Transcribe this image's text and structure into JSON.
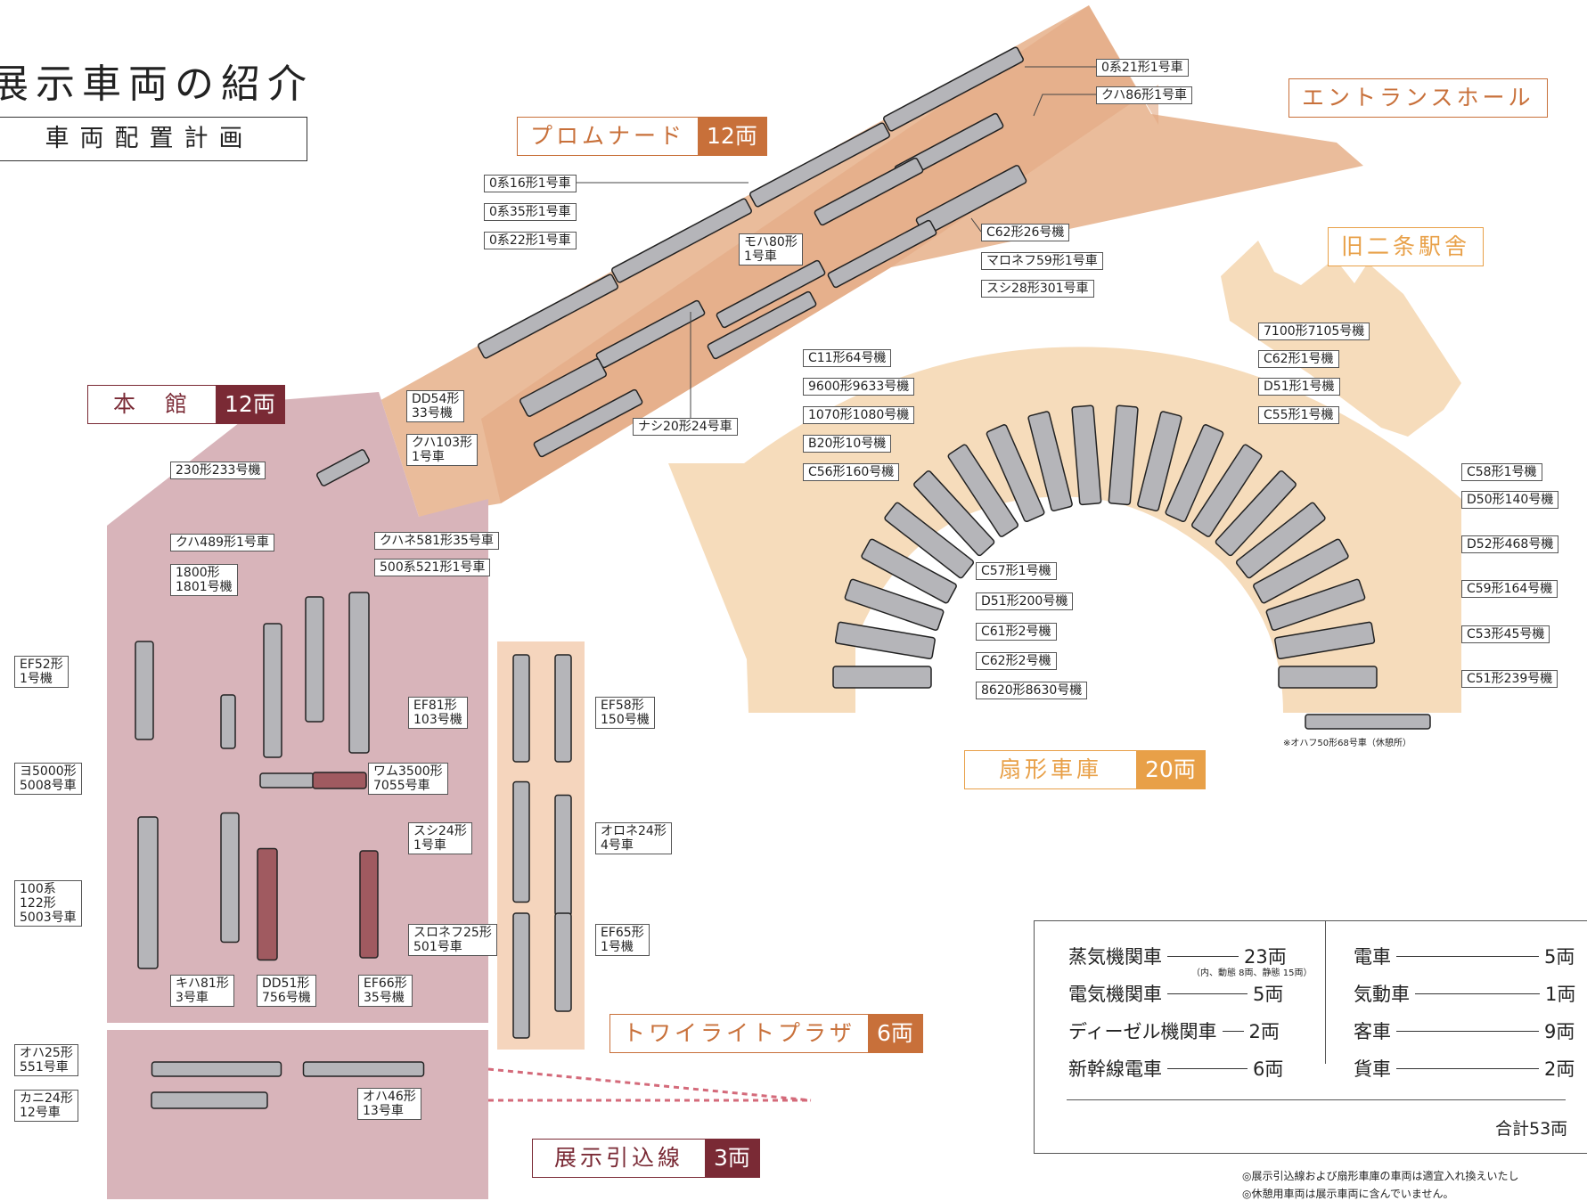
{
  "titles": {
    "main": "展示車両の紹介",
    "sub": "車両配置計画"
  },
  "areas": {
    "promenade": {
      "name": "プロムナード",
      "count": "12両",
      "color": "#c8703a"
    },
    "honkan": {
      "name": "本　館",
      "count": "12両",
      "color": "#7a2a35"
    },
    "entrance": {
      "name": "エントランスホール"
    },
    "nijo": {
      "name": "旧二条駅舎"
    },
    "roundhouse": {
      "name": "扇形車庫",
      "count": "20両",
      "color": "#e8a048"
    },
    "twilight": {
      "name": "トワイライトプラザ",
      "count": "6両",
      "color": "#c8703a"
    },
    "siding": {
      "name": "展示引込線",
      "count": "3両",
      "color": "#7a2a35"
    }
  },
  "vehicles": {
    "v0_21": "0系21形1号車",
    "kuha86": "クハ86形1号車",
    "v0_16": "0系16形1号車",
    "v0_35": "0系35形1号車",
    "v0_22": "0系22形1号車",
    "moha80": "モハ80形\n1号車",
    "c62_26": "C62形26号機",
    "maronef59": "マロネフ59形1号車",
    "sushi28": "スシ28形301号車",
    "dd54": "DD54形\n33号機",
    "kuha103": "クハ103形\n1号車",
    "nashi20": "ナシ20形24号車",
    "t230": "230形233号機",
    "kuha489": "クハ489形1号車",
    "kuhane581": "クハネ581形35号車",
    "s500": "500系521形1号車",
    "t1800": "1800形\n1801号機",
    "ef52": "EF52形\n1号機",
    "yo5000": "ヨ5000形\n5008号車",
    "wamu3500": "ワム3500形\n7055号車",
    "s100": "100系\n122形\n5003号車",
    "kiha81": "キハ81形\n3号車",
    "dd51_756": "DD51形\n756号機",
    "ef66": "EF66形\n35号機",
    "ef81": "EF81形\n103号機",
    "ef58": "EF58形\n150号機",
    "sushi24": "スシ24形\n1号車",
    "orone24": "オロネ24形\n4号車",
    "suronef25": "スロネフ25形\n501号車",
    "ef65": "EF65形\n1号機",
    "oha25": "オハ25形\n551号車",
    "kani24": "カニ24形\n12号車",
    "oha46": "オハ46形\n13号車",
    "t7100": "7100形7105号機",
    "c11": "C11形64号機",
    "c62_1": "C62形1号機",
    "t9600": "9600形9633号機",
    "d51_1": "D51形1号機",
    "t1070": "1070形1080号機",
    "c55": "C55形1号機",
    "b20": "B20形10号機",
    "c56": "C56形160号機",
    "c58": "C58形1号機",
    "d50": "D50形140号機",
    "d52": "D52形468号機",
    "c57": "C57形1号機",
    "d51_200": "D51形200号機",
    "c59": "C59形164号機",
    "c61": "C61形2号機",
    "c53": "C53形45号機",
    "c62_2": "C62形2号機",
    "t8620": "8620形8630号機",
    "c51": "C51形239号機"
  },
  "roundhouse_note": "※オハフ50形68号車（休憩所）",
  "legend": {
    "steam": {
      "label": "蒸気機関車",
      "count": "23両",
      "note": "（内、動態 8両、静態 15両）"
    },
    "electric_loco": {
      "label": "電気機関車",
      "count": "5両"
    },
    "diesel": {
      "label": "ディーゼル機関車",
      "count": "2両"
    },
    "shinkansen": {
      "label": "新幹線電車",
      "count": "6両"
    },
    "emu": {
      "label": "電車",
      "count": "5両"
    },
    "dmu": {
      "label": "気動車",
      "count": "1両"
    },
    "coach": {
      "label": "客車",
      "count": "9両"
    },
    "freight": {
      "label": "貨車",
      "count": "2両"
    },
    "total": "合計53両"
  },
  "notes": [
    "◎展示引込線および扇形車庫の車両は適宜入れ換えいたし",
    "◎休憩用車両は展示車両に含んでいません。"
  ],
  "colors": {
    "promenade_bg": "#e9b896",
    "honkan_bg": "#d8b4ba",
    "roundhouse_bg": "#f6dcbb",
    "twilight_bg": "#f5d5bd",
    "vehicle": "#b5b5b9"
  }
}
